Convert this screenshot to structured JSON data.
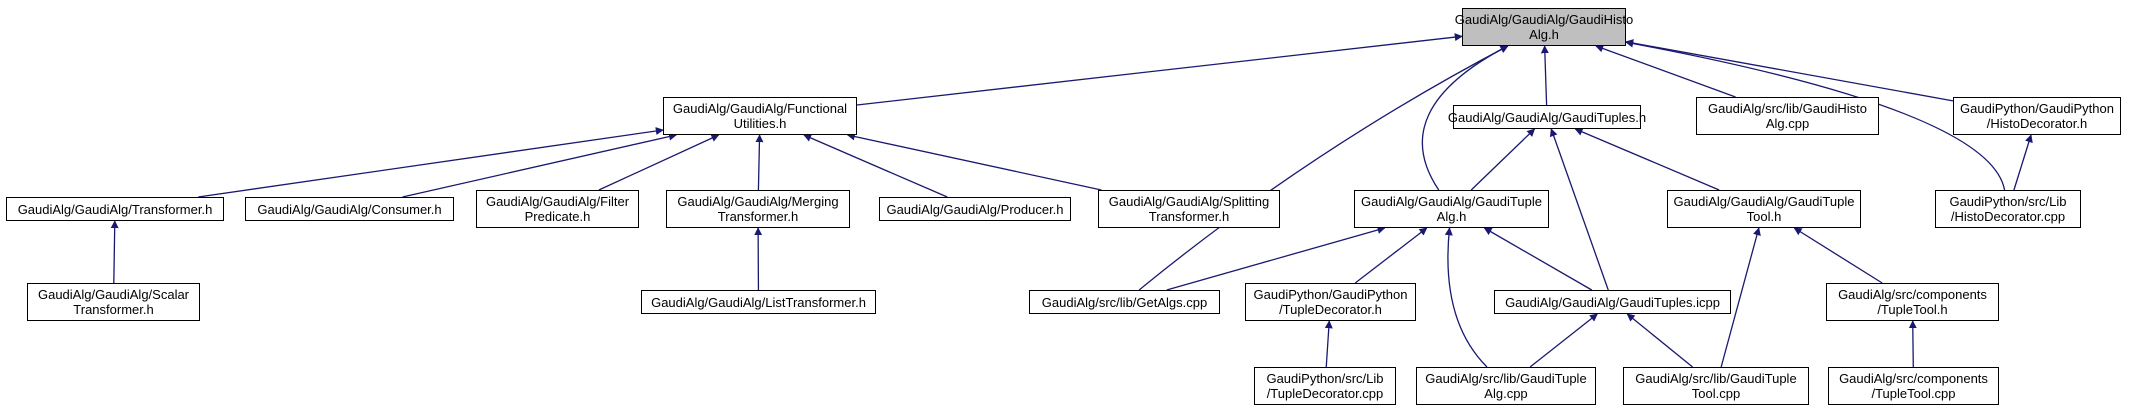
{
  "nodes": {
    "n0": {
      "label": "GaudiAlg/GaudiAlg/GaudiHisto\nAlg.h"
    },
    "n1": {
      "label": "GaudiAlg/GaudiAlg/Functional\nUtilities.h"
    },
    "n2": {
      "label": "GaudiAlg/GaudiAlg/GaudiTuples.h"
    },
    "n3": {
      "label": "GaudiAlg/src/lib/GaudiHisto\nAlg.cpp"
    },
    "n4": {
      "label": "GaudiPython/GaudiPython\n/HistoDecorator.h"
    },
    "n5": {
      "label": "GaudiAlg/GaudiAlg/Transformer.h"
    },
    "n6": {
      "label": "GaudiAlg/GaudiAlg/Consumer.h"
    },
    "n7": {
      "label": "GaudiAlg/GaudiAlg/Filter\nPredicate.h"
    },
    "n8": {
      "label": "GaudiAlg/GaudiAlg/Merging\nTransformer.h"
    },
    "n9": {
      "label": "GaudiAlg/GaudiAlg/Producer.h"
    },
    "n10": {
      "label": "GaudiAlg/GaudiAlg/Splitting\nTransformer.h"
    },
    "n11": {
      "label": "GaudiAlg/GaudiAlg/GaudiTuple\nAlg.h"
    },
    "n12": {
      "label": "GaudiAlg/GaudiAlg/GaudiTuple\nTool.h"
    },
    "n13": {
      "label": "GaudiPython/src/Lib\n/HistoDecorator.cpp"
    },
    "n14": {
      "label": "GaudiAlg/GaudiAlg/Scalar\nTransformer.h"
    },
    "n15": {
      "label": "GaudiAlg/GaudiAlg/ListTransformer.h"
    },
    "n16": {
      "label": "GaudiAlg/src/lib/GetAlgs.cpp"
    },
    "n17": {
      "label": "GaudiPython/GaudiPython\n/TupleDecorator.h"
    },
    "n18": {
      "label": "GaudiAlg/GaudiAlg/GaudiTuples.icpp"
    },
    "n19": {
      "label": "GaudiAlg/src/components\n/TupleTool.h"
    },
    "n20": {
      "label": "GaudiPython/src/Lib\n/TupleDecorator.cpp"
    },
    "n21": {
      "label": "GaudiAlg/src/lib/GaudiTuple\nAlg.cpp"
    },
    "n22": {
      "label": "GaudiAlg/src/lib/GaudiTuple\nTool.cpp"
    },
    "n23": {
      "label": "GaudiAlg/src/components\n/TupleTool.cpp"
    }
  },
  "edges": [
    [
      "n1",
      "n0"
    ],
    [
      "n2",
      "n0"
    ],
    [
      "n3",
      "n0"
    ],
    [
      "n4",
      "n0"
    ],
    [
      "n11",
      "n0"
    ],
    [
      "n13",
      "n0"
    ],
    [
      "n16",
      "n0"
    ],
    [
      "n5",
      "n1"
    ],
    [
      "n6",
      "n1"
    ],
    [
      "n7",
      "n1"
    ],
    [
      "n8",
      "n1"
    ],
    [
      "n9",
      "n1"
    ],
    [
      "n10",
      "n1"
    ],
    [
      "n11",
      "n2"
    ],
    [
      "n12",
      "n2"
    ],
    [
      "n18",
      "n2"
    ],
    [
      "n13",
      "n4"
    ],
    [
      "n14",
      "n5"
    ],
    [
      "n15",
      "n8"
    ],
    [
      "n16",
      "n11"
    ],
    [
      "n17",
      "n11"
    ],
    [
      "n18",
      "n11"
    ],
    [
      "n21",
      "n11"
    ],
    [
      "n19",
      "n12"
    ],
    [
      "n22",
      "n12"
    ],
    [
      "n20",
      "n17"
    ],
    [
      "n21",
      "n18"
    ],
    [
      "n22",
      "n18"
    ],
    [
      "n23",
      "n19"
    ]
  ],
  "colors": {
    "edge": "#191970",
    "root_fill": "#bfbfbf",
    "node_fill": "#ffffff",
    "border": "#000000"
  }
}
